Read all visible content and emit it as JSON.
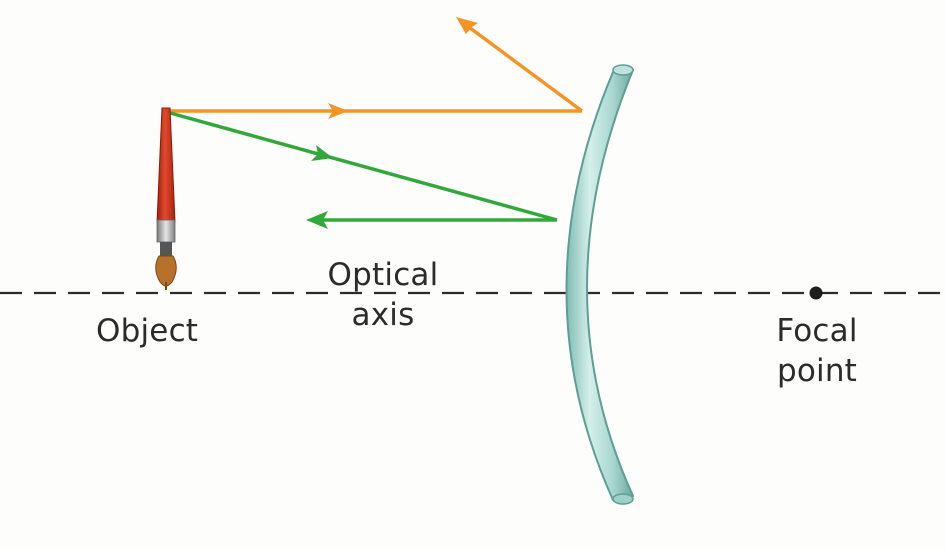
{
  "labels": {
    "object": "Object",
    "optical_axis_line1": "Optical",
    "optical_axis_line2": "axis",
    "focal_line1": "Focal",
    "focal_line2": "point"
  },
  "colors": {
    "background": "#fdfdfb",
    "orange_ray": "#f39425",
    "green_ray": "#31a839",
    "axis": "#2b2b2b",
    "mirror_fill": "#aad7d0",
    "mirror_edge": "#5e9e95",
    "brush_red": "#d8331f",
    "brush_tip": "#9b5a1c"
  },
  "icons": {
    "object": "paintbrush-icon",
    "mirror": "convex-mirror-icon",
    "focal": "focal-point-dot-icon"
  }
}
